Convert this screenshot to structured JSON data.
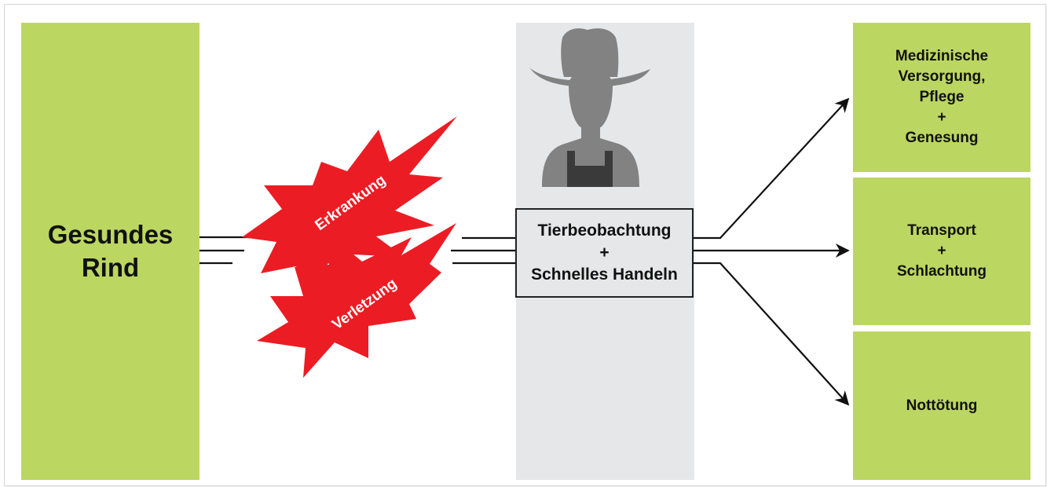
{
  "source": {
    "line1": "Gesundes",
    "line2": "Rind"
  },
  "events": {
    "disease": "Erkrankung",
    "injury": "Verletzung"
  },
  "action": {
    "line1": "Tierbeobachtung",
    "plus": "+",
    "line2": "Schnelles Handeln"
  },
  "outcomes": [
    {
      "lines": [
        "Medizinische",
        "Versorgung,",
        "Pflege",
        "+",
        "Genesung"
      ]
    },
    {
      "lines": [
        "Transport",
        "+",
        "Schlachtung"
      ]
    },
    {
      "lines": [
        "Nottötung"
      ]
    }
  ],
  "colors": {
    "box_green": "#bcd662",
    "column_gray": "#e6e7e8",
    "burst_red": "#ec1c24",
    "farmer_gray": "#828282",
    "farmer_dark": "#3a3a3a"
  },
  "icons": {
    "farmer": "farmer-icon"
  }
}
